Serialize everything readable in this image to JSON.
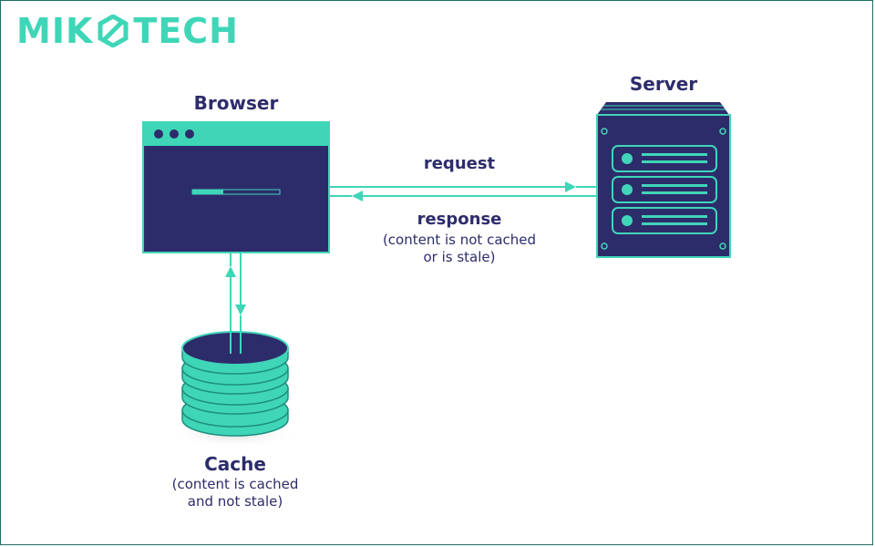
{
  "logo": {
    "left": "MIK",
    "right": "TECH"
  },
  "nodes": {
    "browser": {
      "label": "Browser"
    },
    "server": {
      "label": "Server"
    },
    "cache": {
      "label": "Cache",
      "note_line1": "(content is cached",
      "note_line2": "and not stale)"
    }
  },
  "edges": {
    "request": {
      "label": "request"
    },
    "response": {
      "label": "response",
      "note_line1": "(content is not cached",
      "note_line2": "or is stale)"
    }
  },
  "colors": {
    "navy": "#2d2c6b",
    "teal": "#3fd6b8",
    "teal_dark": "#1f8f80",
    "border": "#1e6e66"
  }
}
